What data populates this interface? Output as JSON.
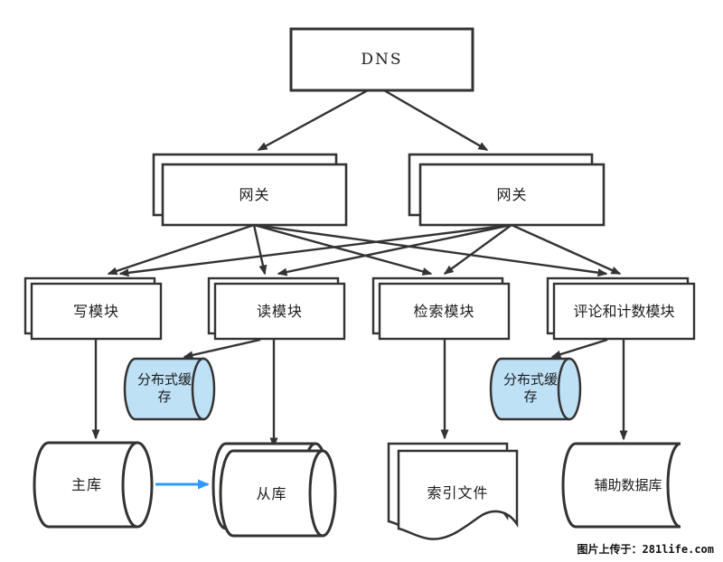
{
  "diagram": {
    "nodes": {
      "dns": {
        "label": "DNS",
        "shape": "rect"
      },
      "gateway_left": {
        "label": "网关",
        "shape": "stacked-rect"
      },
      "gateway_right": {
        "label": "网关",
        "shape": "stacked-rect"
      },
      "write_module": {
        "label": "写模块",
        "shape": "stacked-rect"
      },
      "read_module": {
        "label": "读模块",
        "shape": "stacked-rect"
      },
      "search_module": {
        "label": "检索模块",
        "shape": "stacked-rect"
      },
      "comment_module": {
        "label": "评论和计数模块",
        "shape": "stacked-rect"
      },
      "cache_left": {
        "label": "分布式缓存",
        "shape": "cylinder"
      },
      "cache_right": {
        "label": "分布式缓存",
        "shape": "cylinder"
      },
      "master_db": {
        "label": "主库",
        "shape": "cylinder"
      },
      "slave_db": {
        "label": "从库",
        "shape": "stacked-cylinder"
      },
      "index_file": {
        "label": "索引文件",
        "shape": "stacked-document"
      },
      "aux_db": {
        "label": "辅助数据库",
        "shape": "stored-data"
      }
    },
    "edges": [
      {
        "from": "dns",
        "to": "gateway_left"
      },
      {
        "from": "dns",
        "to": "gateway_right"
      },
      {
        "from": "gateway_left",
        "to": "write_module"
      },
      {
        "from": "gateway_left",
        "to": "read_module"
      },
      {
        "from": "gateway_left",
        "to": "search_module"
      },
      {
        "from": "gateway_left",
        "to": "comment_module"
      },
      {
        "from": "gateway_right",
        "to": "write_module"
      },
      {
        "from": "gateway_right",
        "to": "read_module"
      },
      {
        "from": "gateway_right",
        "to": "search_module"
      },
      {
        "from": "gateway_right",
        "to": "comment_module"
      },
      {
        "from": "write_module",
        "to": "master_db"
      },
      {
        "from": "read_module",
        "to": "cache_left"
      },
      {
        "from": "read_module",
        "to": "slave_db"
      },
      {
        "from": "search_module",
        "to": "index_file"
      },
      {
        "from": "comment_module",
        "to": "cache_right"
      },
      {
        "from": "comment_module",
        "to": "aux_db"
      },
      {
        "from": "master_db",
        "to": "slave_db",
        "color": "#2e9bff"
      }
    ],
    "colors": {
      "line": "#333333",
      "node_fill": "#ffffff",
      "cache_fill": "#bfe1f6",
      "replication_arrow": "#2e9bff"
    },
    "watermark": "图片上传于：281life.com"
  }
}
